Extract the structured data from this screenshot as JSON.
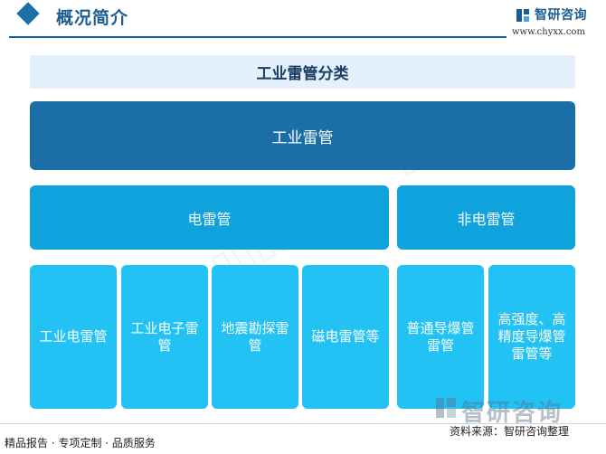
{
  "header": {
    "title": "概况简介",
    "brand": "智研咨询",
    "url": "www.chyxx.com"
  },
  "diagram": {
    "title": "工业雷管分类",
    "root": "工业雷管",
    "branches": [
      {
        "label": "电雷管",
        "children": [
          "工业电雷管",
          "工业电子雷管",
          "地震勘探雷管",
          "磁电雷管等"
        ]
      },
      {
        "label": "非电雷管",
        "children": [
          "普通导爆管雷管",
          "高强度、高精度导爆管雷管等"
        ]
      }
    ]
  },
  "footer": {
    "left": "精品报告 · 专项定制 · 品质服务",
    "source": "资料来源：智研咨询整理",
    "brand": "智研咨询"
  },
  "colors": {
    "root": "#1a6fa6",
    "branch": "#0ea3dc",
    "leaf": "#22c3f4",
    "title_bg": "#e4f0fb",
    "accent": "#1a5c92"
  }
}
